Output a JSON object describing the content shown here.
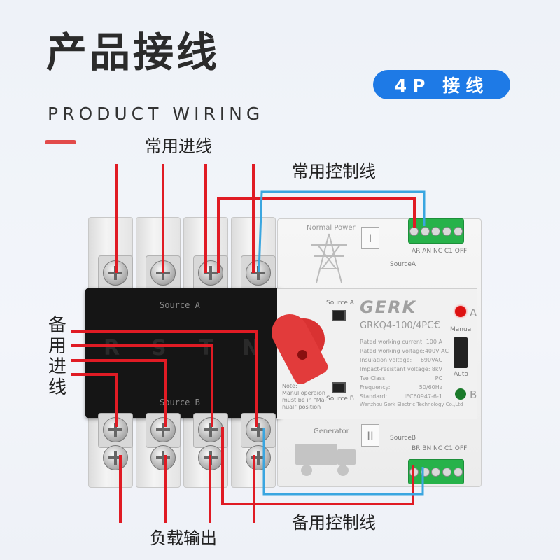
{
  "header": {
    "title": "产品接线",
    "subtitle": "PRODUCT WIRING",
    "badge": "4P 接线"
  },
  "labels": {
    "normal_inlet": "常用进线",
    "normal_control": "常用控制线",
    "backup_inlet_chars": [
      "备",
      "用",
      "进",
      "线"
    ],
    "backup_control": "备用控制线",
    "load_output": "负载输出"
  },
  "device": {
    "brand": "GERK",
    "model": "GRKQ4-100/4P",
    "ce": "C€",
    "phases": [
      "R",
      "S",
      "T",
      "N"
    ],
    "source_a": "Source A",
    "source_b": "Source B",
    "normal_power": "Normal Power",
    "generator": "Generator",
    "roman_1": "I",
    "roman_2": "II",
    "led_a": "A",
    "led_b": "B",
    "manual": "Manual",
    "auto": "Auto",
    "source_a_switch": "Source A",
    "source_b_switch": "Source B",
    "terminal_a_label": "SourceA",
    "terminal_b_label": "SourceB",
    "terminal_a_pins": "AR AN NC C1 OFF",
    "terminal_b_pins": "BR BN NC C1 OFF",
    "note": [
      "Note:",
      "Manul operaion",
      "must be in \"Ma-",
      "nual\" position"
    ],
    "specs": [
      {
        "k": "Rated working current:",
        "v": "100 A"
      },
      {
        "k": "Rated working voltage:",
        "v": "400V AC"
      },
      {
        "k": "Insulation voltage:",
        "v": "690VAC"
      },
      {
        "k": "Impact-resistant voltage:",
        "v": "8kV"
      },
      {
        "k": "Tse Class:",
        "v": "PC"
      },
      {
        "k": "Frequency:",
        "v": "50/60Hz"
      },
      {
        "k": "Standard:",
        "v": "IEC60947-6-1"
      }
    ],
    "maker": "Wenzhou Gerk Electric Technology Co.,Ltd"
  },
  "colors": {
    "accent_blue": "#1e7ae6",
    "wire_red": "#e01b24",
    "wire_blue": "#3aa6e0",
    "terminal_green": "#27b24a"
  }
}
